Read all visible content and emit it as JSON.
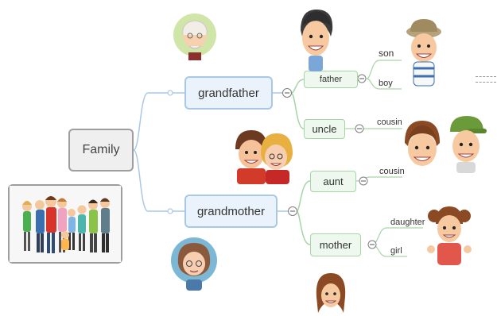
{
  "root": {
    "label": "Family"
  },
  "branches": {
    "grandfather": {
      "label": "grandfather"
    },
    "grandmother": {
      "label": "grandmother"
    }
  },
  "subnodes": {
    "father": {
      "label": "father"
    },
    "uncle": {
      "label": "uncle"
    },
    "aunt": {
      "label": "aunt"
    },
    "mother": {
      "label": "mother"
    }
  },
  "leaves": {
    "son": "son",
    "boy": "boy",
    "cousin_uncle": "cousin",
    "cousin_aunt": "cousin",
    "daughter": "daughter",
    "girl": "girl"
  },
  "colors": {
    "connector": "#a9c8e6",
    "sub_connector": "#a6d5a6",
    "root_fill": "#efefef",
    "main_fill": "#eaf3fb",
    "sub_fill": "#eef8ee",
    "skin": "#f7c9a0",
    "hair_dark": "#4a3527",
    "hair_brown": "#8b4a24",
    "hat_green": "#6a9a3a",
    "hat_khaki": "#b5a27a"
  },
  "icons": [
    "grandpa-avatar",
    "grandma-avatar",
    "father-avatar",
    "son-avatar",
    "uncle-couple-avatar",
    "cousin-boy-avatar",
    "cousin-cap-avatar",
    "daughter-avatar",
    "mother-avatar",
    "family-photo"
  ]
}
